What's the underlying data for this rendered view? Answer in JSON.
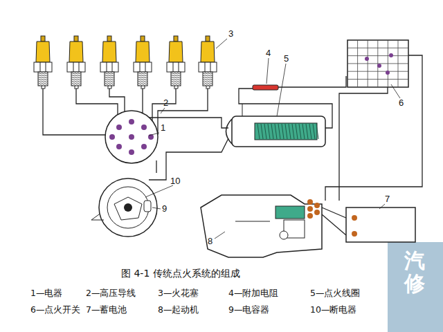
{
  "diagram": {
    "caption": "图 4-1 传统点火系统的组成",
    "labels": [
      "1",
      "2",
      "3",
      "4",
      "5",
      "6",
      "7",
      "8",
      "9",
      "10",
      "1—电器",
      "2—高压导线",
      "3—火花塞",
      "4—附加电阻",
      "5—点火线圈",
      "6—点火开关",
      "7—蓄电池",
      "8—起动机",
      "9—电容器",
      "10—断电器",
      "汽修"
    ]
  }
}
